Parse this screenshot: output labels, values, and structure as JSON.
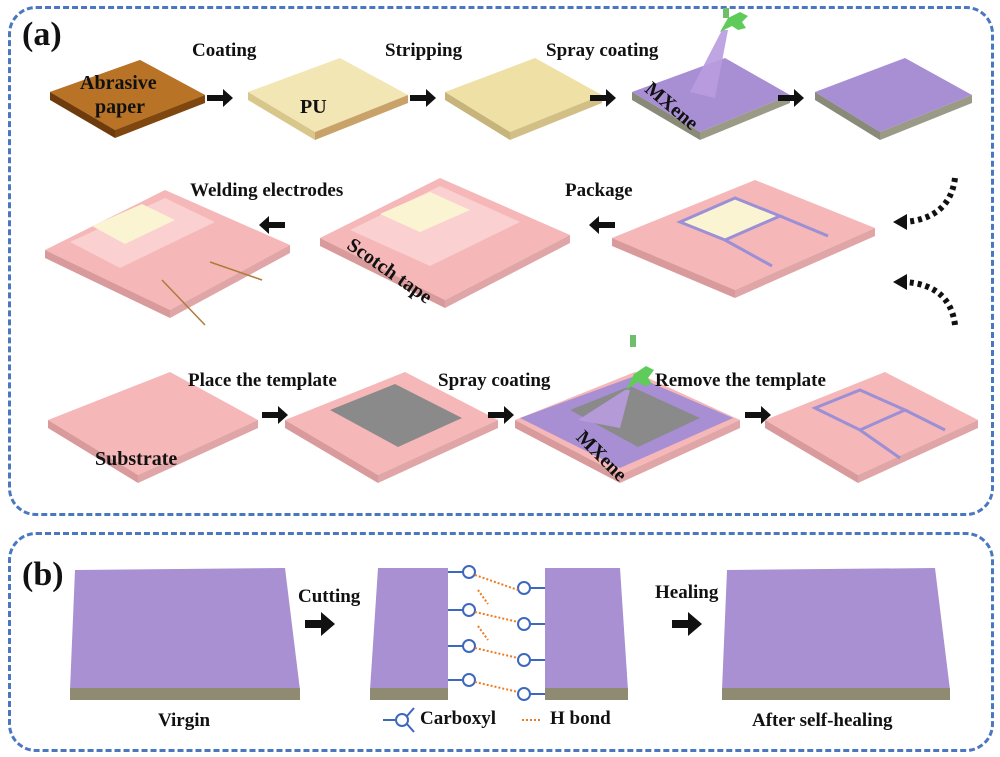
{
  "panels": {
    "a": {
      "label": "(a)",
      "row1": {
        "steps": [
          "Coating",
          "Stripping",
          "Spray coating"
        ],
        "surface_labels": {
          "abrasive_line1": "Abrasive",
          "abrasive_line2": "paper",
          "pu": "PU",
          "mxene": "MXene"
        }
      },
      "row2": {
        "steps": [
          "Welding electrodes",
          "Package"
        ],
        "surface_labels": {
          "scotch": "Scotch tape"
        }
      },
      "row3": {
        "steps": [
          "Place the template",
          "Spray coating",
          "Remove the template"
        ],
        "surface_labels": {
          "substrate": "Substrate",
          "mxene": "MXene"
        }
      }
    },
    "b": {
      "label": "(b)",
      "steps": [
        "Cutting",
        "Healing"
      ],
      "captions": {
        "virgin": "Virgin",
        "after": "After self-healing"
      },
      "legend": {
        "carboxyl": "Carboxyl",
        "hbond": "H bond"
      }
    }
  },
  "colors": {
    "border": "#4a78c0",
    "abrasive": "#c07a2c",
    "pu": "#f1e6b4",
    "stripped": "#efe0a6",
    "mxene": "#a88fd4",
    "substrate": "#f5b7b8",
    "template": "#8a8a8a",
    "spray": "#5ecb5a",
    "carboxyl": "#3c68c0",
    "hbond": "#f07a20"
  }
}
